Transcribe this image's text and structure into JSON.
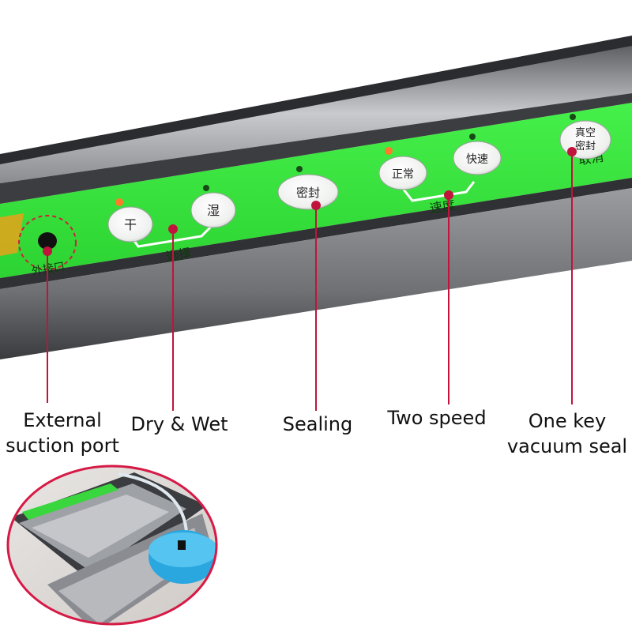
{
  "panel": {
    "buttons": {
      "dry": "干",
      "wet": "湿",
      "seal": "密封",
      "normal": "正常",
      "fast": "快速",
      "vacuum_seal_line1": "真空",
      "vacuum_seal_line2": "密封"
    },
    "group_labels": {
      "dry_wet": "选择",
      "speed": "速度",
      "cancel": "取消",
      "port": "外接口"
    }
  },
  "callouts": {
    "port_line1": "External",
    "port_line2": "suction port",
    "dry_wet": "Dry & Wet",
    "sealing": "Sealing",
    "two_speed": "Two speed",
    "one_key_line1": "One key",
    "one_key_line2": "vacuum seal"
  },
  "colors": {
    "panel_green": "#33e83a",
    "steel": "#8e9096",
    "pointer": "#c0143c",
    "led_orange": "#ff7a2a"
  },
  "icons": [
    "suction-port-icon",
    "led-indicator-icon",
    "pointer-dot-icon",
    "bracket-line-icon"
  ]
}
